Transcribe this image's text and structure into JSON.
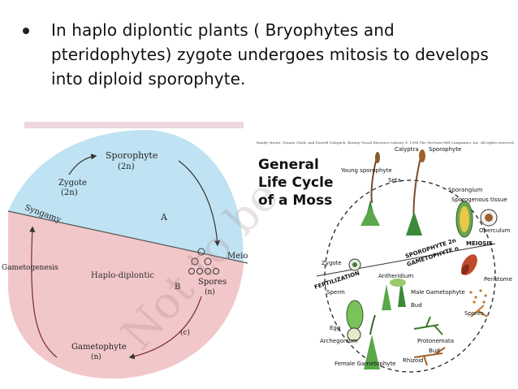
{
  "slide": {
    "bullet": "In haplo diplontic plants ( Bryophytes and pteridophytes) zygote undergoes mitosis to develops into diploid sporophyte."
  },
  "left_diagram": {
    "labels": {
      "sporophyte": "Sporophyte",
      "sporophyte_ploidy": "(2n)",
      "zygote": "Zygote",
      "zygote_ploidy": "(2n)",
      "syngamy": "Syngamy",
      "phase_a": "A",
      "meiosis": "Meio",
      "haplo_diplontic": "Haplo-diplontic",
      "phase_b": "B",
      "spores": "Spores",
      "spores_ploidy": "(n)",
      "gametogenesis": "Gametogenesis",
      "gametophyte": "Gametophyte",
      "gametophyte_ploidy": "(n)",
      "panel": "(c)"
    },
    "watermark": "Not to be",
    "colors": {
      "diploid": "#bfe3f2",
      "haploid": "#f2c7c9",
      "arrow": "#333333"
    }
  },
  "right_diagram": {
    "credit": "Randy Moore, Dennis Clark, and Darrell Vodopich, Botany Visual Resource Library © 1998 The McGraw-Hill Companies, Inc. All rights reserved.",
    "title_lines": [
      "General",
      "Life Cycle",
      "of a Moss"
    ],
    "labels": {
      "calyptra": "Calyptra",
      "sporophyte": "Sporophyte",
      "young_sporophyte": "Young sporophyte",
      "seta": "Seta",
      "sporangium": "Sporangium",
      "sporogenous_tissue": "Sporogenous tissue",
      "operculum": "Operculum",
      "meiosis": "MEIOSIS",
      "sporophyte_band": "SPOROPHYTE 2n",
      "gametophyte_band": "GAMETOPHYTE n",
      "zygote": "Zygote",
      "fertilization": "FERTILIZATION",
      "antheridium": "Antheridium",
      "peristome": "Peristome",
      "sperm": "Sperm",
      "male_gametophyte": "Male Gametophyte",
      "bud_upper": "Bud",
      "spores": "Spores",
      "egg": "Egg",
      "archegonium": "Archegonium",
      "protonemata": "Protonemata",
      "bud_lower": "Bud",
      "rhizoid": "Rhizoid",
      "female_gametophyte": "Female Gametophyte"
    }
  }
}
